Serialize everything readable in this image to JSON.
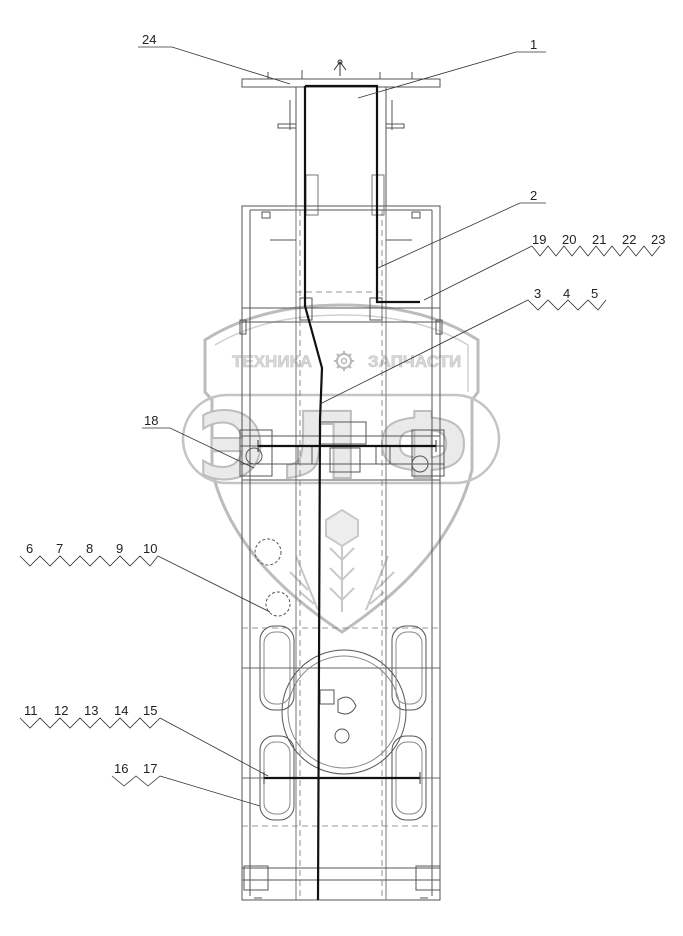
{
  "watermark": {
    "left_word": "ТЕХНИКА",
    "right_word": "ЗАПЧАСТИ",
    "big_letters": "ЭЛФ"
  },
  "callouts": {
    "c1": "1",
    "c2": "2",
    "c24": "24",
    "g19": [
      "19",
      "20",
      "21",
      "22",
      "23"
    ],
    "g3": [
      "3",
      "4",
      "5"
    ],
    "c18": "18",
    "g6": [
      "6",
      "7",
      "8",
      "9",
      "10"
    ],
    "g11": [
      "11",
      "12",
      "13",
      "14",
      "15"
    ],
    "g16": [
      "16",
      "17"
    ]
  }
}
